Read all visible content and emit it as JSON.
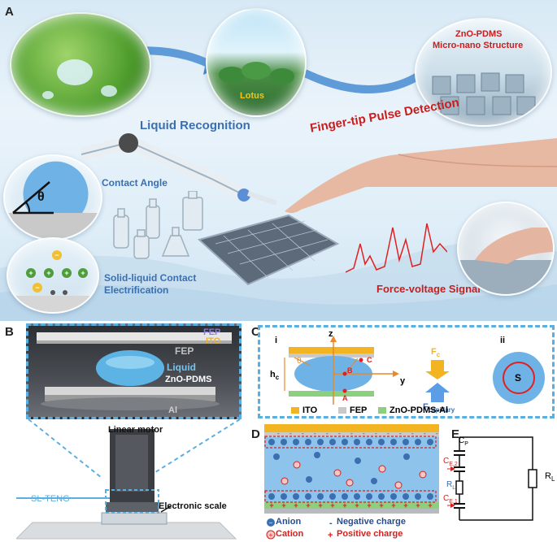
{
  "panelA": {
    "label": "A",
    "lotus": "Lotus",
    "zno_title_1": "ZnO-PDMS",
    "zno_title_2": "Micro-nano Structure",
    "liquid_recognition": "Liquid Recognition",
    "contact_angle": "Contact Angle",
    "theta": "θ",
    "slce_1": "Solid-liquid Contact",
    "slce_2": "Electrification",
    "pulse": "Finger-tip Pulse Detection",
    "force_voltage": "Force-voltage Signal"
  },
  "panelB": {
    "label": "B",
    "fep": "FEP",
    "ito": "ITO",
    "fep2": "FEP",
    "liquid": "Liquid",
    "zno": "ZnO-PDMS",
    "al": "Al",
    "linear_motor": "Linear motor",
    "slteng": "SL-TENG",
    "scale": "Electronic scale"
  },
  "panelC": {
    "label": "C",
    "i": "i",
    "ii": "ii",
    "z": "z",
    "y": "y",
    "theta": "θ",
    "hc_h": "h",
    "hc_sub": "c",
    "A": "A",
    "B": "B",
    "C": "C",
    "fc": "F",
    "fc_sub": "c",
    "fcap": "F",
    "fcap_sub": "capillary",
    "S": "S",
    "legend": [
      "ITO",
      "FEP",
      "ZnO-PDMS-Al"
    ]
  },
  "panelD": {
    "label": "D",
    "anion": "Anion",
    "cation": "Cation",
    "negative": "Negative charge",
    "positive": "Positive charge",
    "ce_top": "C",
    "ce_top_sub": "E,2",
    "ce_bot": "C",
    "ce_bot_sub": "E,1"
  },
  "panelE": {
    "label": "E",
    "cp": "C",
    "cp_sub": "P",
    "rl_left": "R",
    "rl_left_sub": "L",
    "rl": "R",
    "rl_sub": "L"
  },
  "colors": {
    "ito": "#f2b420",
    "fep": "#c9c9c9",
    "zno": "#8ccf7e",
    "liquid": "#6fb3e6",
    "red": "#d42020",
    "blue": "#3a6fb0"
  }
}
